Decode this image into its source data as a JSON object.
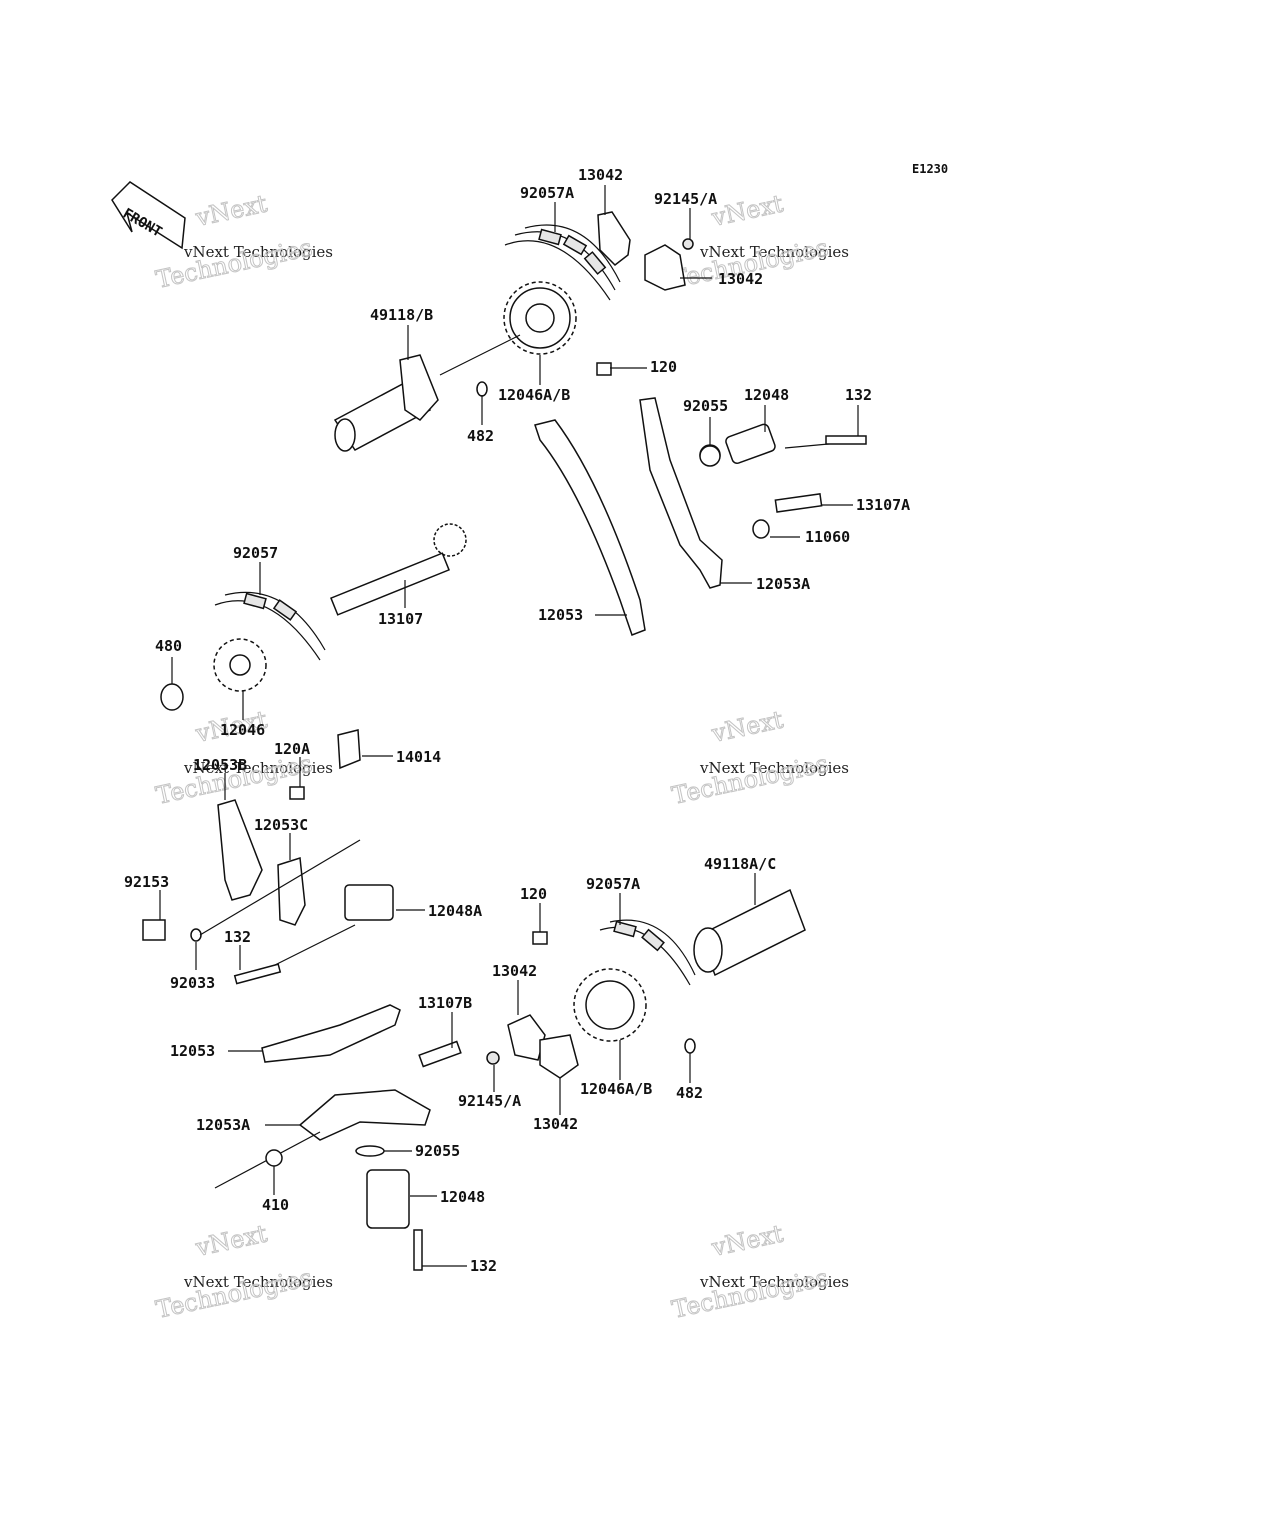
{
  "diagram_code": "E1230",
  "front_label": "FRONT",
  "watermark": {
    "line1": "vNext Technologies",
    "line2": "vNext",
    "line3": "Technologies"
  },
  "labels": {
    "p13042_top": "13042",
    "p92057A_top": "92057A",
    "p92145A_top": "92145/A",
    "p13042_top2": "13042",
    "p49118B": "49118/B",
    "p120_top": "120",
    "p12046AB_top": "12046A/B",
    "p482_top": "482",
    "p92055_top": "92055",
    "p12048_top": "12048",
    "p132_top": "132",
    "p13107A": "13107A",
    "p11060": "11060",
    "p12053A_top": "12053A",
    "p92057": "92057",
    "p13107": "13107",
    "p12053_mid": "12053",
    "p480": "480",
    "p12046": "12046",
    "p120A": "120A",
    "p14014": "14014",
    "p12053B": "12053B",
    "p12053C": "12053C",
    "p92153": "92153",
    "p12048A": "12048A",
    "p132_mid": "132",
    "p92033": "92033",
    "p120_bot": "120",
    "p92057A_bot": "92057A",
    "p49118AC": "49118A/C",
    "p13042_bot": "13042",
    "p13107B": "13107B",
    "p12053_bot": "12053",
    "p92145A_bot": "92145/A",
    "p12046AB_bot": "12046A/B",
    "p482_bot": "482",
    "p13042_bot2": "13042",
    "p12053A_bot": "12053A",
    "p92055_bot": "92055",
    "p410": "410",
    "p12048_bot": "12048",
    "p132_bot": "132"
  }
}
